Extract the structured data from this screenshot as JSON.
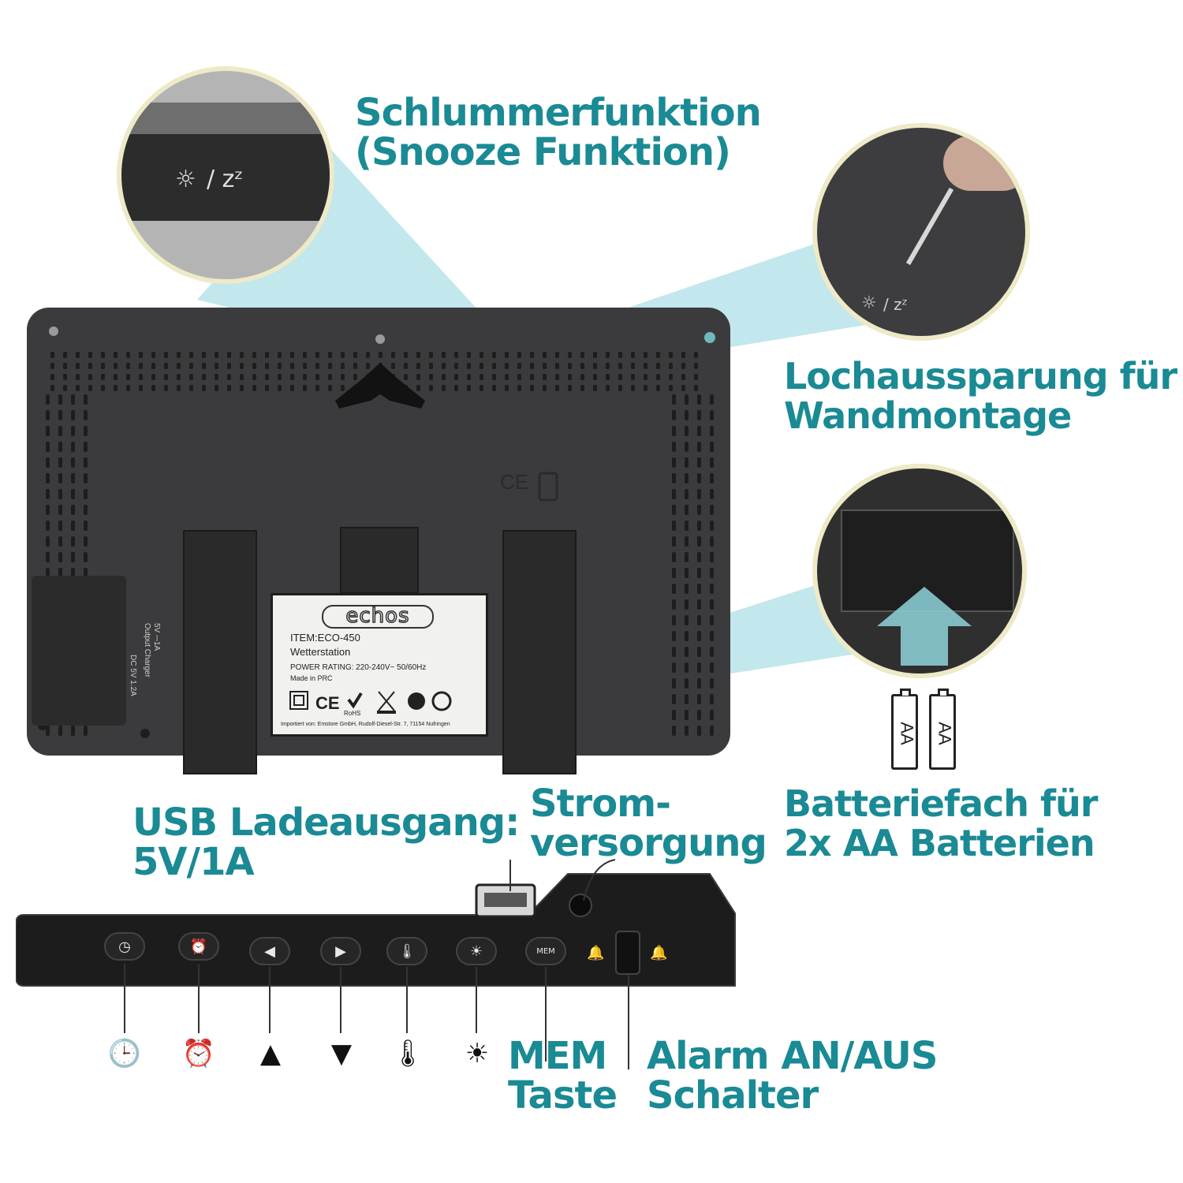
{
  "callouts": {
    "snooze_line1": "Schlummerfunktion",
    "snooze_line2": "(Snooze Funktion)",
    "wall_line1": "Lochaussparung für",
    "wall_line2": "Wandmontage",
    "battery_line1": "Batteriefach für",
    "battery_line2": "2x AA Batterien",
    "usb_line1": "USB Ladeausgang:",
    "usb_line2": "5V/1A",
    "power_line1": "Strom-",
    "power_line2": "versorgung",
    "mem_line1": "MEM",
    "mem_line2": "Taste",
    "alarm_line1": "Alarm AN/AUS",
    "alarm_line2": "Schalter"
  },
  "label": {
    "brand": "echos",
    "item": "ITEM:ECO-450",
    "product": "Wetterstation",
    "power_rating": "POWER RATING: 220-240V~ 50/60Hz",
    "made_in": "Made in PRC",
    "importer": "Importiert von: Emstore GmbH, Rudolf-Diesel-Str. 7, 71154 Nufringen",
    "rohs": "RoHS"
  },
  "port_labels": {
    "usb_spec": "5V ⎓1A",
    "usb_name": "Output Charger",
    "dc_spec": "DC 5V 1.2A"
  },
  "inset_snooze": {
    "glyph_text": "/ zᶻ"
  },
  "inset_wall": {
    "glyph_text": "/ zᶻ"
  },
  "batteries": [
    {
      "label": "AA"
    },
    {
      "label": "AA"
    }
  ],
  "side_buttons": [
    {
      "name": "clock-button",
      "glyph": "◷"
    },
    {
      "name": "alarm-button",
      "glyph": "⏰"
    },
    {
      "name": "left-button",
      "glyph": "◀"
    },
    {
      "name": "right-button",
      "glyph": "▶"
    },
    {
      "name": "temperature-button",
      "glyph": "🌡"
    },
    {
      "name": "light-button",
      "glyph": "☀"
    },
    {
      "name": "mem-button",
      "glyph": "MEM"
    }
  ],
  "button_symbols": [
    {
      "name": "clock-icon",
      "glyph": "🕒"
    },
    {
      "name": "alarm-clock-icon",
      "glyph": "⏰"
    },
    {
      "name": "up-triangle-icon",
      "glyph": "▲"
    },
    {
      "name": "down-triangle-icon",
      "glyph": "▼"
    },
    {
      "name": "thermometer-icon",
      "glyph": "🌡"
    },
    {
      "name": "sun-icon",
      "glyph": "☀"
    }
  ],
  "colors": {
    "callout": "#1a8a94",
    "beam": "#8fd3dc",
    "device": "#3b3b3d",
    "inset_border": "#eee9c7"
  }
}
